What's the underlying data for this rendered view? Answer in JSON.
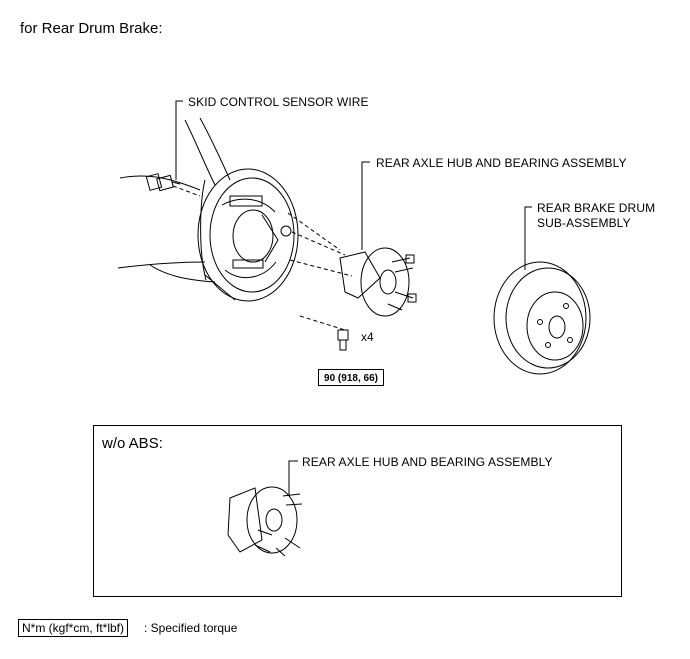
{
  "heading": "for Rear Drum Brake:",
  "labels": {
    "skid_sensor_wire": "SKID CONTROL SENSOR WIRE",
    "rear_axle_hub": "REAR AXLE HUB AND BEARING ASSEMBLY",
    "rear_brake_drum_line1": "REAR BRAKE DRUM",
    "rear_brake_drum_line2": "SUB-ASSEMBLY",
    "quantity": "x4",
    "torque_value": "90 (918, 66)"
  },
  "inset": {
    "title": "w/o ABS:",
    "hub_label": "REAR AXLE HUB AND BEARING ASSEMBLY"
  },
  "legend": {
    "box_text": "N*m (kgf*cm, ft*lbf)",
    "description": ": Specified torque"
  }
}
